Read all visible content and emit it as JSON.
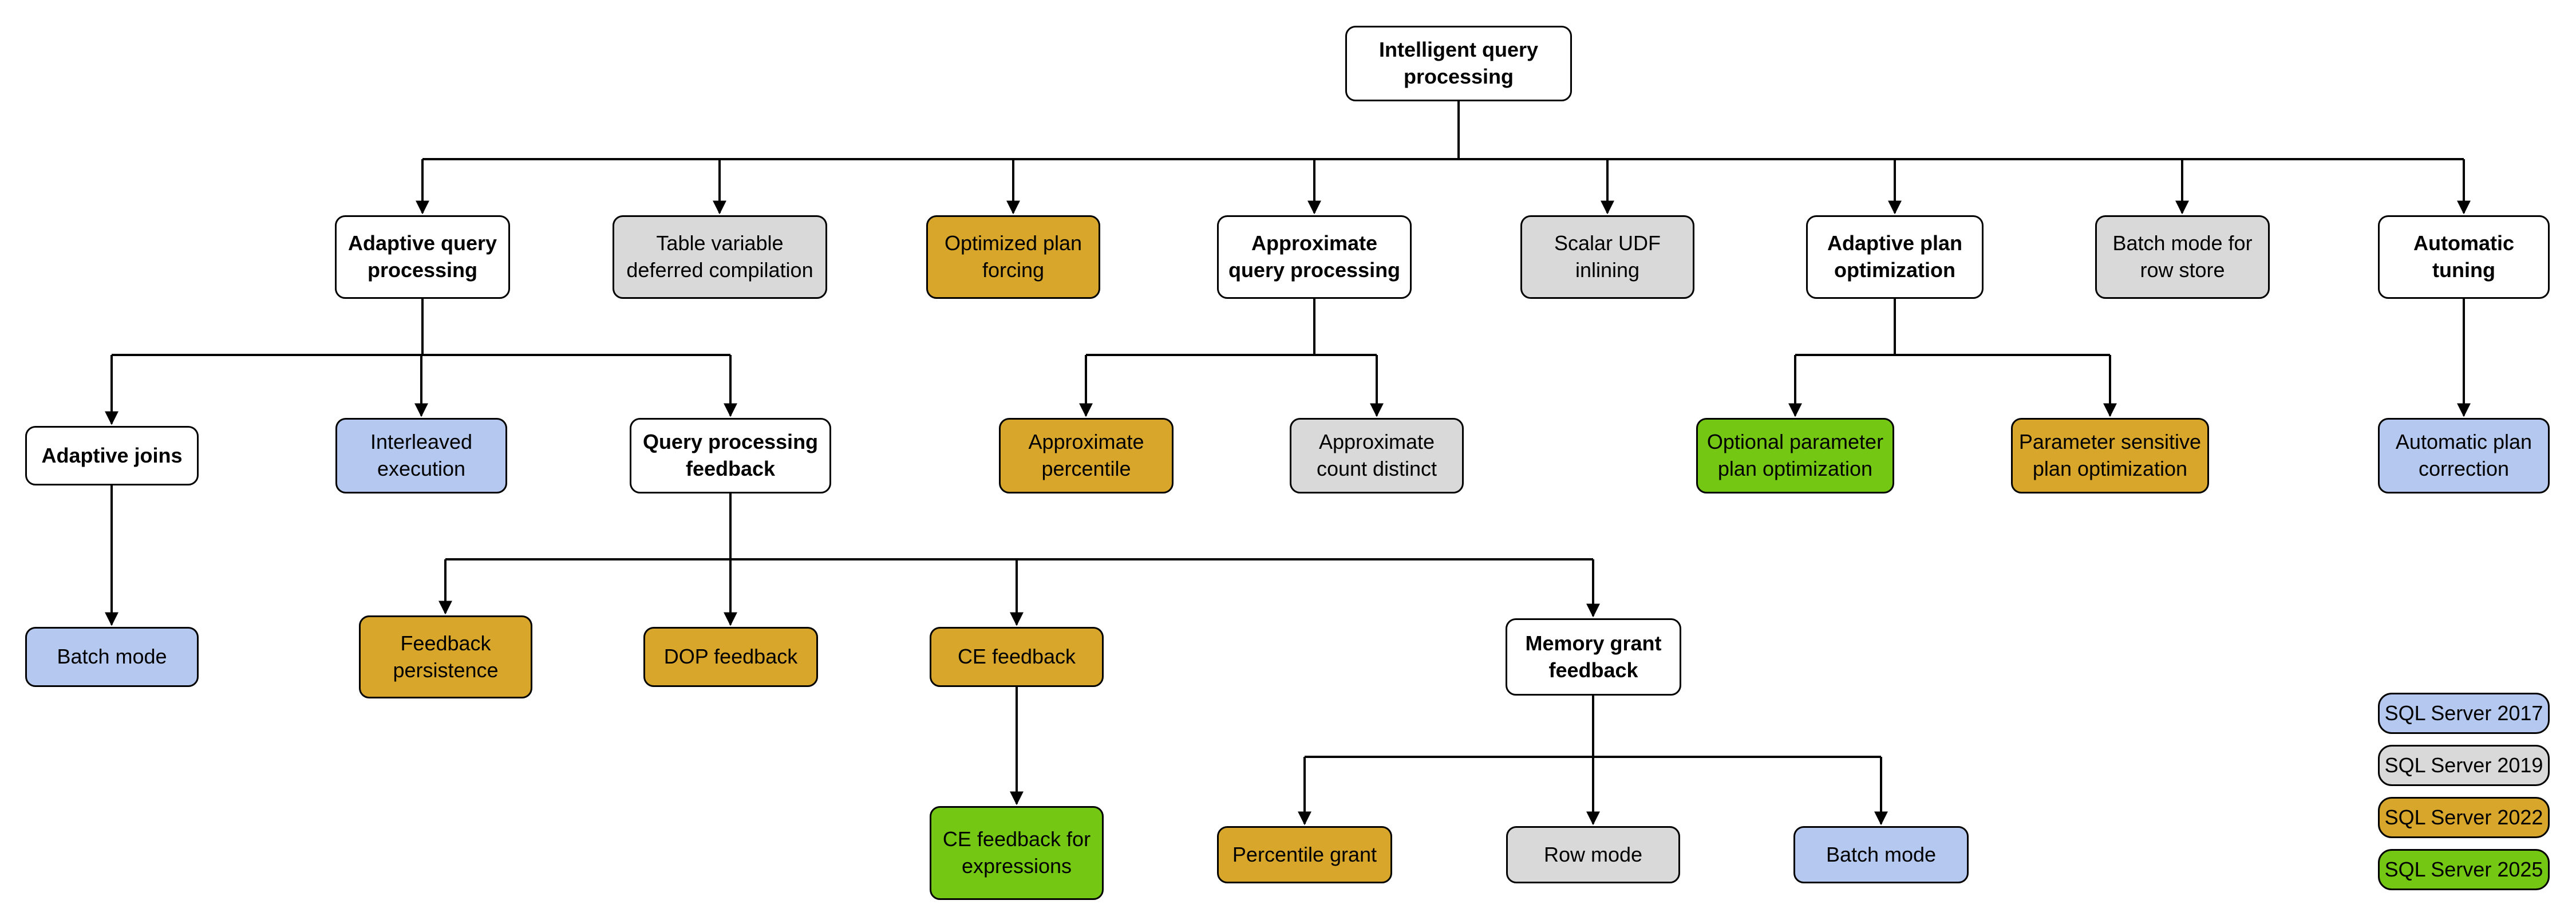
{
  "palette": {
    "base": "#FFFFFF",
    "v2017": "#B5C8EF",
    "v2019": "#D9D9D9",
    "v2022": "#D8A62B",
    "v2025": "#74C814",
    "line": "#000000"
  },
  "legend": [
    {
      "label": "SQL Server 2017",
      "version": "2017"
    },
    {
      "label": "SQL Server 2019",
      "version": "2019"
    },
    {
      "label": "SQL Server 2022",
      "version": "2022"
    },
    {
      "label": "SQL Server 2025",
      "version": "2025"
    }
  ],
  "nodes": [
    {
      "label": "Intelligent query\nprocessing",
      "version": "base"
    },
    {
      "label": "Adaptive query\nprocessing",
      "version": "base"
    },
    {
      "label": "Table variable\ndeferred compilation",
      "version": "2019"
    },
    {
      "label": "Optimized plan\nforcing",
      "version": "2022"
    },
    {
      "label": "Approximate\nquery processing",
      "version": "base"
    },
    {
      "label": "Scalar UDF\ninlining",
      "version": "2019"
    },
    {
      "label": "Adaptive plan\noptimization",
      "version": "base"
    },
    {
      "label": "Batch mode for\nrow store",
      "version": "2019"
    },
    {
      "label": "Automatic\ntuning",
      "version": "base"
    },
    {
      "label": "Adaptive joins",
      "version": "base"
    },
    {
      "label": "Interleaved\nexecution",
      "version": "2017"
    },
    {
      "label": "Query processing\nfeedback",
      "version": "base"
    },
    {
      "label": "Approximate\npercentile",
      "version": "2022"
    },
    {
      "label": "Approximate\ncount distinct",
      "version": "2019"
    },
    {
      "label": "Optional parameter\nplan optimization",
      "version": "2025"
    },
    {
      "label": "Parameter sensitive\nplan optimization",
      "version": "2022"
    },
    {
      "label": "Automatic plan\ncorrection",
      "version": "2017"
    },
    {
      "label": "Batch mode",
      "version": "2017"
    },
    {
      "label": "Feedback\npersistence",
      "version": "2022"
    },
    {
      "label": "DOP feedback",
      "version": "2022"
    },
    {
      "label": "CE feedback",
      "version": "2022"
    },
    {
      "label": "Memory grant\nfeedback",
      "version": "base"
    },
    {
      "label": "CE feedback for\nexpressions",
      "version": "2025"
    },
    {
      "label": "Percentile grant",
      "version": "2022"
    },
    {
      "label": "Row mode",
      "version": "2019"
    },
    {
      "label": "Batch mode",
      "version": "2017"
    }
  ]
}
